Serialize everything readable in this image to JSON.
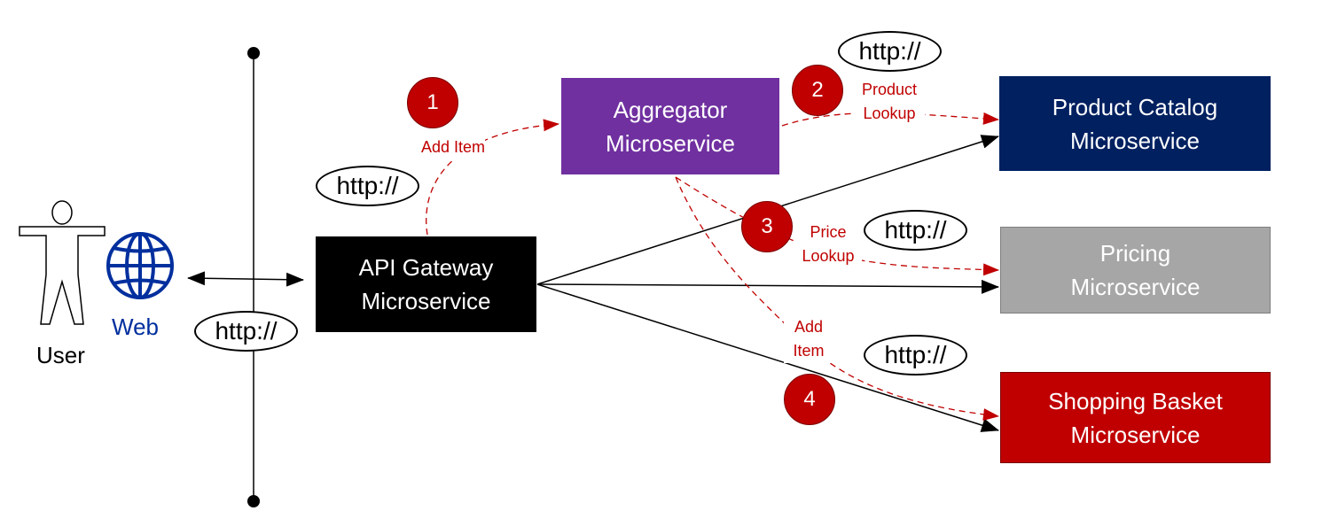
{
  "boxes": {
    "api_gateway": {
      "line1": "API Gateway",
      "line2": "Microservice",
      "fill": "#000000",
      "text_color": "#ffffff"
    },
    "aggregator": {
      "line1": "Aggregator",
      "line2": "Microservice",
      "fill": "#7030a0",
      "text_color": "#ffffff"
    },
    "product_catalog": {
      "line1": "Product Catalog",
      "line2": "Microservice",
      "fill": "#002060",
      "text_color": "#ffffff"
    },
    "pricing": {
      "line1": "Pricing",
      "line2": "Microservice",
      "fill": "#a6a6a6",
      "text_color": "#ffffff"
    },
    "shopping_basket": {
      "line1": "Shopping Basket",
      "line2": "Microservice",
      "fill": "#c00000",
      "text_color": "#ffffff"
    }
  },
  "steps": {
    "step1": {
      "number": "1",
      "label": "Add Item"
    },
    "step2": {
      "number": "2",
      "label_line1": "Product",
      "label_line2": "Lookup"
    },
    "step3": {
      "number": "3",
      "label_line1": "Price",
      "label_line2": "Lookup"
    },
    "step4": {
      "number": "4",
      "label_line1": "Add",
      "label_line2": "Item"
    }
  },
  "protocol_label": "http://",
  "actors": {
    "user": "User",
    "web": "Web"
  },
  "colors": {
    "request_arrow": "#c00000",
    "web_icon": "#002f9e",
    "badge": "#c00000"
  },
  "icons": {
    "user": "person-outline-icon",
    "web": "globe-icon"
  }
}
